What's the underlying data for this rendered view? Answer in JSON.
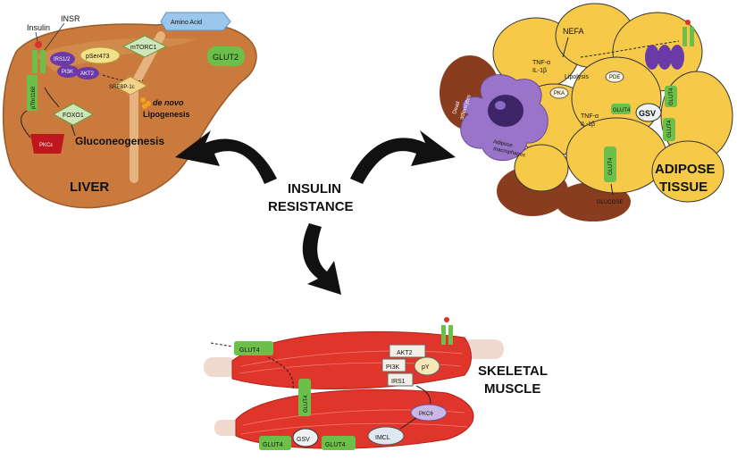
{
  "center": {
    "line1": "INSULIN",
    "line2": "RESISTANCE"
  },
  "liver": {
    "title": "LIVER",
    "insulin": "Insulin",
    "insr": "INSR",
    "amino_acid": "Amino Acid",
    "mtorc1": "mTORC1",
    "glut2": "GLUT2",
    "irs12": "IRS1/2",
    "pser473": "pSer473",
    "pi3k": "PI3K",
    "akt2": "AKT2",
    "srebp": "SREBP-1c",
    "denovo": "de novo",
    "lipogenesis": "Lipogenesis",
    "pthr1160": "pThr1160",
    "foxo1": "FOXO1",
    "pkce": "PKCε",
    "gluconeogenesis": "Gluconeogenesis"
  },
  "adipose": {
    "title_line1": "ADIPOSE",
    "title_line2": "TISSUE",
    "nefa": "NEFA",
    "tnf1": "TNF-α",
    "il1": "IL-1β",
    "lipolysis": "Lipolysis",
    "pka": "PKA",
    "pde": "PDE",
    "dead_line1": "Dead",
    "dead_line2": "adipocytes",
    "macro_line1": "Adipose",
    "macro_line2": "macrophages",
    "tnf2": "TNF-α",
    "il2": "IL-1β",
    "gsv": "GSV",
    "glut4_a": "GLUT4",
    "glut4_b": "GLUT4",
    "glut4_c": "GLUT4",
    "glut4_d": "GLUT4",
    "glucose": "GLUCOSE"
  },
  "muscle": {
    "title_line1": "SKELETAL",
    "title_line2": "MUSCLE",
    "glut4_top": "GLUT4",
    "glut4_vert": "GLUT4",
    "glut4_left": "GLUT4",
    "glut4_right": "GLUT4",
    "gsv": "GSV",
    "akt2": "AKT2",
    "pi3k": "PI3K",
    "py": "pY",
    "irs1": "IRS1",
    "pkcb": "PKCθ",
    "imcl": "IMCL"
  },
  "colors": {
    "liver": "#c97a3c",
    "adipocyte": "#f7c948",
    "muscle": "#e0352b",
    "glut": "#6cc04a",
    "macrophage": "#9a74c9",
    "dead_cell": "#8a3d1e"
  }
}
